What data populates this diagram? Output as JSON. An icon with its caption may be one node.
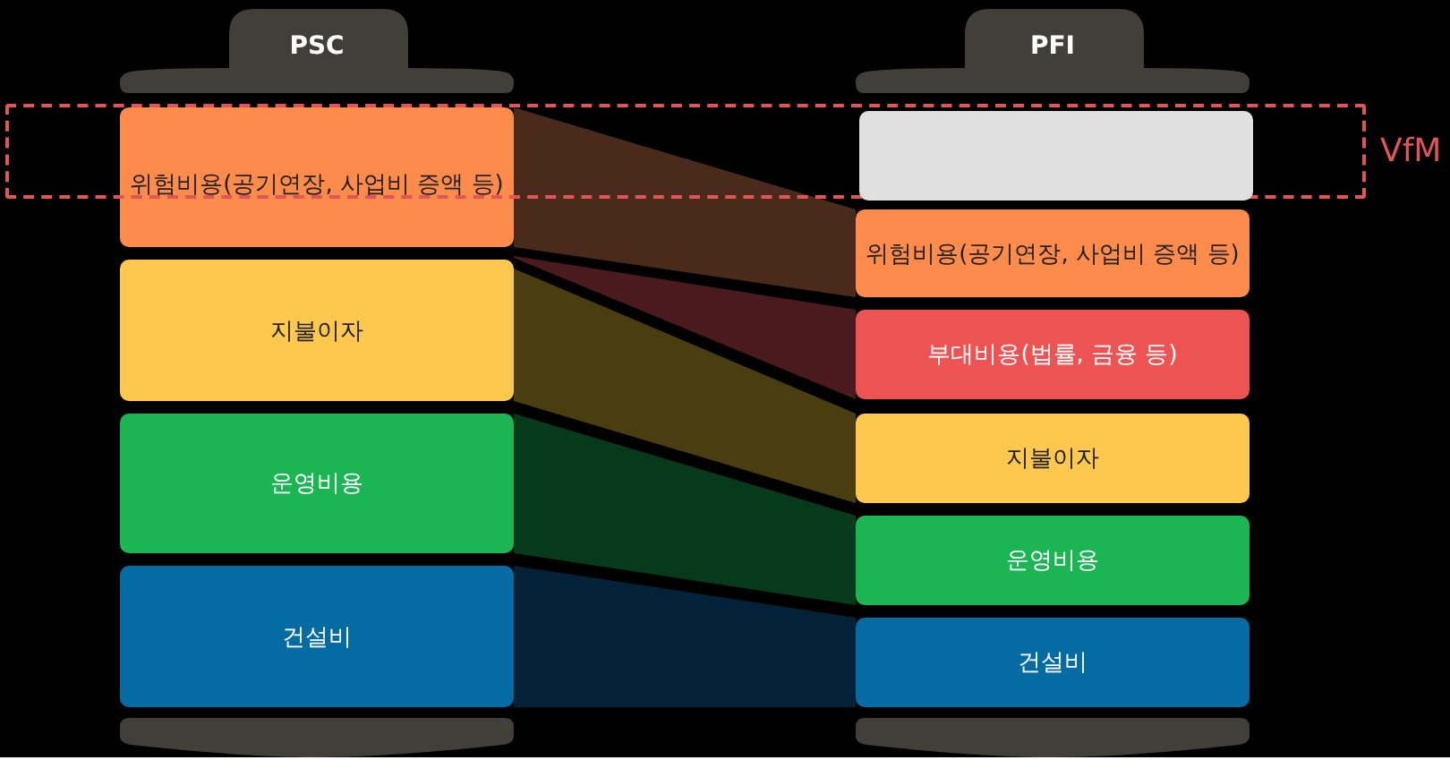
{
  "diagram": {
    "nodes": [
      {
        "text": [
          "PSC"
        ]
      },
      {
        "text": [
          "PFI"
        ]
      },
      {
        "text": [
          "VfM"
        ]
      },
      {
        "text": [],
        "shape": "box",
        "in": 2
      },
      {
        "text": [
          "위험비용(공기연장, 사업비 증액 등)"
        ]
      },
      {
        "text": [
          "지불이자"
        ]
      },
      {
        "text": [
          "운영비용"
        ]
      },
      {
        "text": [
          "건설비"
        ]
      },
      {
        "text": [
          "위험비용(공기연장, 사업비 증액 등)"
        ]
      },
      {
        "text": [
          "부대비용(법률, 금융 등)"
        ]
      },
      {
        "text": [
          "지불이자"
        ]
      },
      {
        "text": [
          "운영비용"
        ]
      },
      {
        "text": [
          "건설비"
        ]
      },
      {
        "text": [],
        "shape": "bar"
      },
      {
        "text": [],
        "shape": "bar"
      }
    ],
    "edges": [
      {
        "from": 4,
        "to": 8,
        "arrow": "none",
        "color": "#4a2a1a"
      },
      {
        "from": 5,
        "to": 9,
        "arrow": "none",
        "color": "#4a1a1e"
      },
      {
        "from": 5,
        "to": 10,
        "arrow": "none",
        "color": "#4a3d10"
      },
      {
        "from": 6,
        "to": 11,
        "arrow": "none",
        "color": "#073a1a"
      },
      {
        "from": 7,
        "to": 12,
        "arrow": "none",
        "color": "#03223a"
      }
    ]
  }
}
